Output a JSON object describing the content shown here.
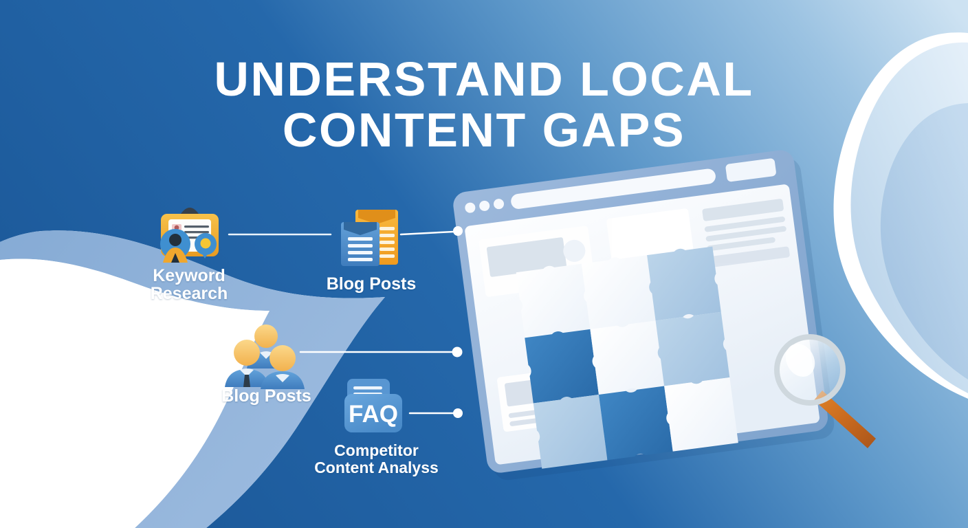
{
  "page": {
    "title_lines": [
      "UNDERSTAND LOCAL",
      "CONTENT GAPS"
    ],
    "title_full": "UNDERSTAND LOCAL CONTENT GAPS"
  },
  "theme": {
    "deep_blue": "#1f5fa0",
    "mid_blue": "#6fa3d0",
    "wave_light": "#8fb3d9",
    "wave_pale": "#bcd4ea",
    "white": "#ffffff",
    "accent_orange": "#f0a126",
    "accent_orange_dark": "#c96a1e",
    "puzzle_dark": "#2f77b8",
    "puzzle_mid": "#a8c6e3",
    "puzzle_light": "#eef4fa"
  },
  "nodes": [
    {
      "id": "keyword-research",
      "label": "Keyword\nResearch",
      "icon": "clipboard-person-search-icon"
    },
    {
      "id": "blog-posts-documents",
      "label": "Blog Posts",
      "icon": "stacked-documents-icon"
    },
    {
      "id": "blog-posts-team",
      "label": "Blog Posts",
      "icon": "people-group-icon"
    },
    {
      "id": "competitor-content-analysis",
      "label": "Competitor\nContent Analyss",
      "icon": "faq-cards-icon",
      "icon_text": "FAQ"
    }
  ],
  "illustration": {
    "name": "browser-window-puzzle-magnifier",
    "browser_dots": 3,
    "puzzle_pieces": 9,
    "magnifier": "magnifying-glass-icon"
  },
  "connectors": [
    {
      "id": "connector-keyword-to-blog"
    },
    {
      "id": "connector-blog-to-browser"
    },
    {
      "id": "connector-team-to-browser"
    },
    {
      "id": "connector-faq-to-browser"
    }
  ]
}
